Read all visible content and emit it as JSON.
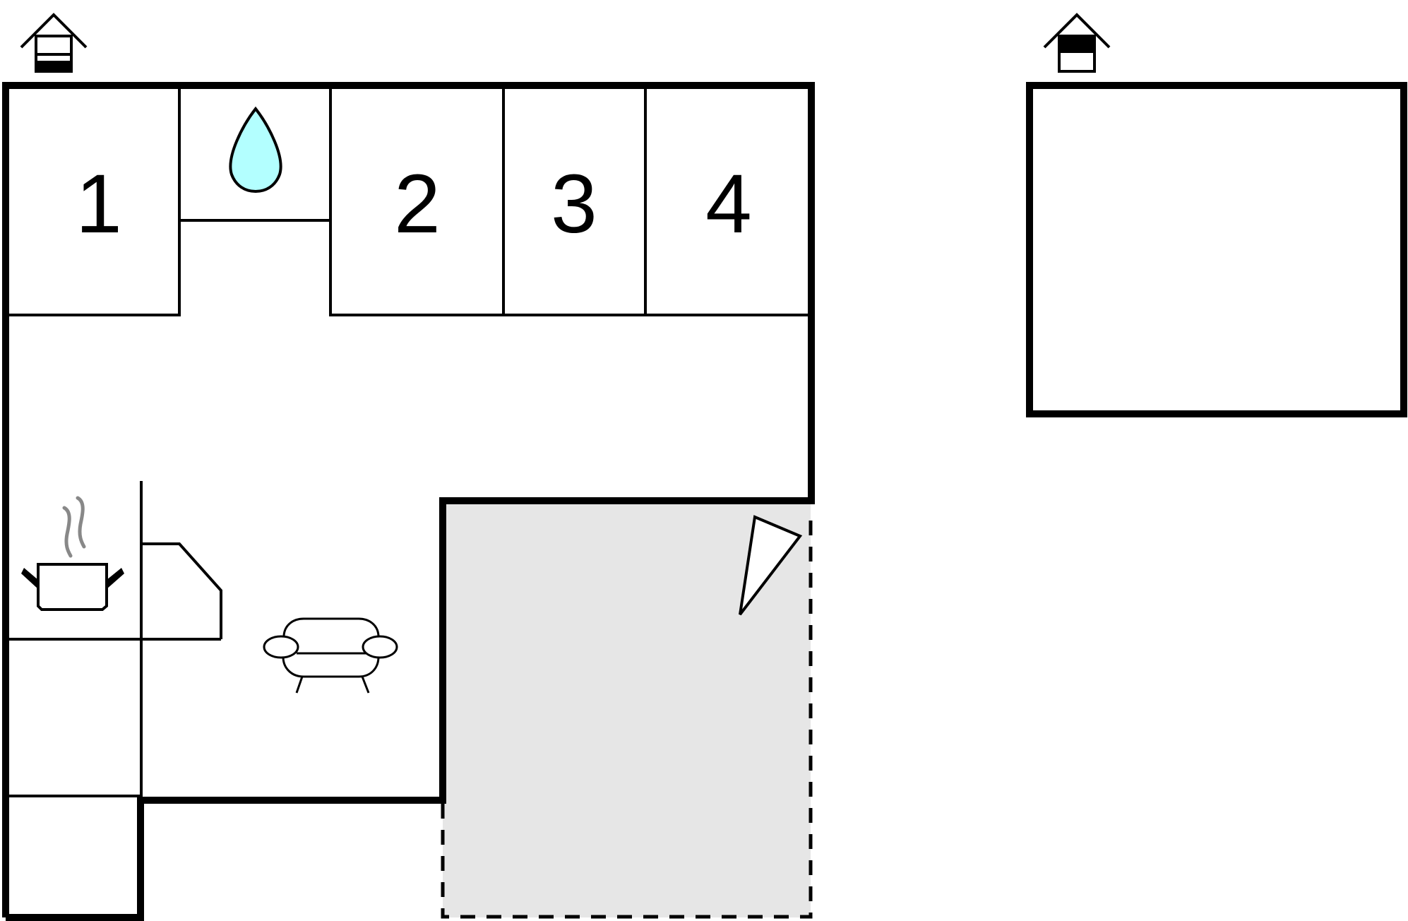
{
  "rooms": {
    "bedroom_1": {
      "label": "1"
    },
    "bedroom_2": {
      "label": "2"
    },
    "bedroom_3": {
      "label": "3"
    },
    "bedroom_4": {
      "label": "4"
    }
  },
  "floors": {
    "ground_floor": {
      "floor_icon": "house-ground-floor-icon"
    },
    "first_floor": {
      "floor_icon": "house-upper-floor-icon"
    }
  },
  "icons": {
    "bathroom": "water-drop-icon",
    "kitchen": "cooking-pot-icon",
    "living_room": "sofa-icon",
    "terrace": "sunshade-icon"
  },
  "colors": {
    "wall": "#000000",
    "bathroom_drop": "#b3ffff",
    "terrace": "#e6e6e6",
    "steam": "#888888"
  }
}
